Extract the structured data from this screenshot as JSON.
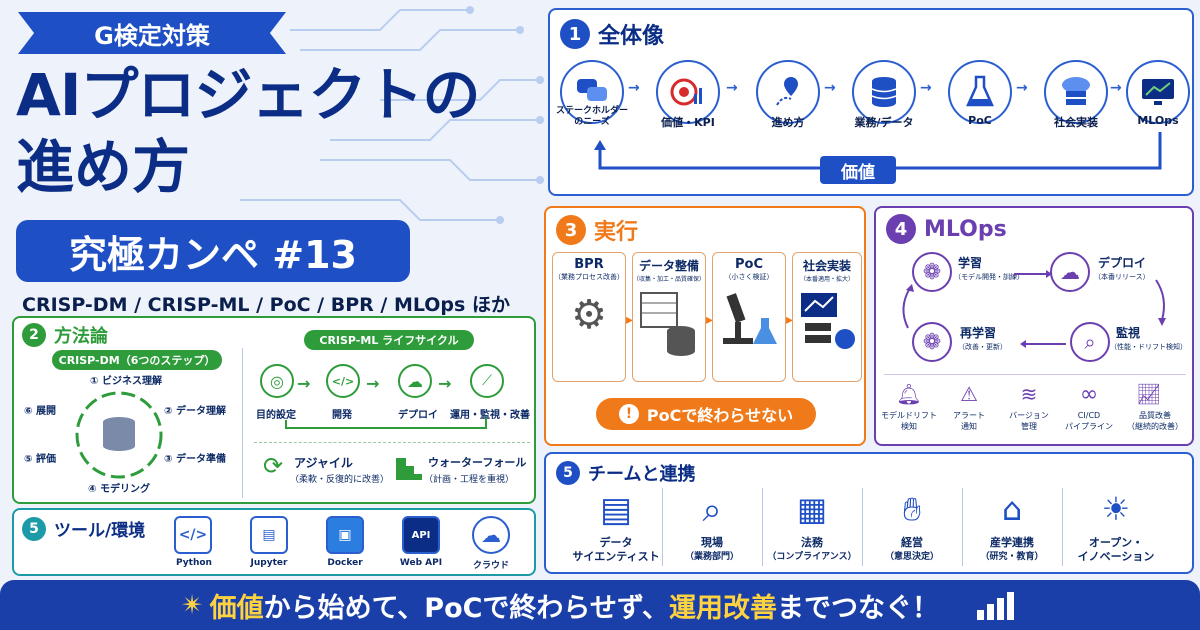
{
  "header": {
    "tag": "G検定対策",
    "title_line1": "AIプロジェクトの",
    "title_line2": "進め方",
    "badge": "究極カンペ #13",
    "subtitle": "CRISP-DM / CRISP-ML / PoC / BPR / MLOps ほか"
  },
  "overview": {
    "num": "1",
    "title": "全体像",
    "steps": [
      {
        "label": "ステークホルダー",
        "label2": "のニーズ",
        "icon": "chat-bubbles-icon"
      },
      {
        "label": "価値・KPI",
        "icon": "target-chart-icon"
      },
      {
        "label": "進め方",
        "icon": "route-pin-icon"
      },
      {
        "label": "業務/データ",
        "icon": "database-icon"
      },
      {
        "label": "PoC",
        "icon": "flask-icon"
      },
      {
        "label": "社会実装",
        "icon": "cloud-server-icon"
      },
      {
        "label": "MLOps",
        "icon": "monitor-chart-icon"
      }
    ],
    "return_label": "価値"
  },
  "methods": {
    "num": "2",
    "title": "方法論",
    "crispdm": {
      "title": "CRISP-DM（6つのステップ）",
      "steps": [
        "① ビジネス理解",
        "② データ理解",
        "③ データ準備",
        "④ モデリング",
        "⑤ 評価",
        "⑥ 展開"
      ]
    },
    "crispml": {
      "title": "CRISP-ML ライフサイクル",
      "steps": [
        "目的設定",
        "開発",
        "デプロイ",
        "運用・監視・改善"
      ]
    },
    "agile": {
      "name": "アジャイル",
      "desc": "（柔軟・反復的に改善）"
    },
    "waterfall": {
      "name": "ウォーターフォール",
      "desc": "（計画・工程を重視）"
    }
  },
  "execution": {
    "num": "3",
    "title": "実行",
    "cards": [
      {
        "title": "BPR",
        "sub": "（業務プロセス改善）",
        "icon": "gears-icon"
      },
      {
        "title": "データ整備",
        "sub": "（収集・加工・品質確保）",
        "icon": "data-table-icon"
      },
      {
        "title": "PoC",
        "sub": "（小さく検証）",
        "icon": "microscope-icon"
      },
      {
        "title": "社会実装",
        "sub": "（本番適用・拡大）",
        "icon": "server-icon"
      }
    ],
    "warning": "PoCで終わらせない",
    "warning_mark": "!"
  },
  "mlops": {
    "num": "4",
    "title": "MLOps",
    "cycle": [
      {
        "title": "学習",
        "sub": "（モデル開発・訓練）",
        "icon": "brain-icon"
      },
      {
        "title": "デプロイ",
        "sub": "（本番リリース）",
        "icon": "cloud-upload-icon"
      },
      {
        "title": "監視",
        "sub": "（性能・ドリフト検知）",
        "icon": "magnifier-pulse-icon"
      },
      {
        "title": "再学習",
        "sub": "（改善・更新）",
        "icon": "brain-refresh-icon"
      }
    ],
    "items": [
      {
        "l1": "モデルドリフト",
        "l2": "検知",
        "icon": "bell-icon"
      },
      {
        "l1": "アラート",
        "l2": "通知",
        "icon": "alert-bell-icon"
      },
      {
        "l1": "バージョン",
        "l2": "管理",
        "icon": "layers-icon"
      },
      {
        "l1": "CI/CD",
        "l2": "パイプライン",
        "icon": "infinity-icon"
      },
      {
        "l1": "品質改善",
        "l2": "（継続的改善）",
        "icon": "growth-chart-icon"
      }
    ]
  },
  "tools": {
    "num": "5",
    "title": "ツール/環境",
    "items": [
      {
        "name": "Python",
        "glyph": "</>"
      },
      {
        "name": "Jupyter",
        "glyph": "▤"
      },
      {
        "name": "Docker",
        "glyph": "▣"
      },
      {
        "name": "Web API",
        "glyph": "API"
      },
      {
        "name": "クラウド",
        "glyph": "☁"
      }
    ]
  },
  "team": {
    "num": "5",
    "title": "チームと連携",
    "members": [
      {
        "l1": "データ",
        "l2": "サイエンティスト",
        "icon": "briefcase-icon"
      },
      {
        "l1": "現場",
        "l2": "（業務部門）",
        "icon": "search-icon"
      },
      {
        "l1": "法務",
        "l2": "（コンプライアンス）",
        "icon": "document-shield-icon"
      },
      {
        "l1": "経営",
        "l2": "（意思決定）",
        "icon": "handshake-icon"
      },
      {
        "l1": "産学連携",
        "l2": "（研究・教育）",
        "icon": "institution-icon"
      },
      {
        "l1": "オープン・",
        "l2": "イノベーション",
        "icon": "lightbulb-icon"
      }
    ]
  },
  "banner": {
    "star": "✴",
    "p1": "価値",
    "p2": "から始めて、PoCで終わらせず、",
    "p3": "運用改善",
    "p4": "までつなぐ！"
  },
  "colors": {
    "blue": "#1e4fc4",
    "navy": "#0b2d86",
    "green": "#2e9c3a",
    "orange": "#f07a1a",
    "purple": "#6b3fb0",
    "teal": "#1d9aa8"
  }
}
